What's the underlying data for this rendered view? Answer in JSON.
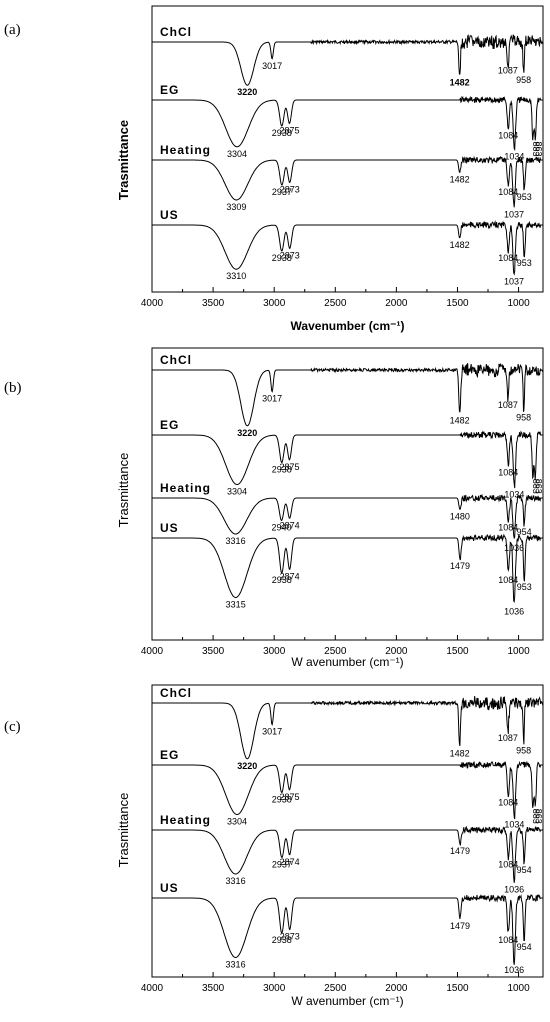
{
  "chart_data": [
    {
      "type": "line",
      "panel_label": "(a)",
      "xlabel": "Wavenumber (cm⁻¹)",
      "ylabel": "Trasmittance",
      "xlim": [
        4000,
        800
      ],
      "x_ticks": [
        "4000",
        "3500",
        "3000",
        "2500",
        "2000",
        "1500",
        "1000"
      ],
      "bold_axis_labels": true,
      "series": [
        {
          "name": "ChCl",
          "peaks": [
            {
              "x": 3220,
              "depth": 0.9,
              "width": 75,
              "label": "3220",
              "bold": true
            },
            {
              "x": 3017,
              "depth": 0.35,
              "width": 14,
              "label": "3017"
            },
            {
              "x": 1482,
              "depth": 0.7,
              "width": 10,
              "label": "1482",
              "bold": true
            },
            {
              "x": 1087,
              "depth": 0.45,
              "width": 10,
              "label": "1087"
            },
            {
              "x": 958,
              "depth": 0.65,
              "width": 8,
              "label": "958"
            }
          ]
        },
        {
          "name": "EG",
          "peaks": [
            {
              "x": 3304,
              "depth": 0.9,
              "width": 130,
              "label": "3304"
            },
            {
              "x": 2938,
              "depth": 0.5,
              "width": 25,
              "label": "2938"
            },
            {
              "x": 2875,
              "depth": 0.45,
              "width": 22,
              "label": "2875"
            },
            {
              "x": 1084,
              "depth": 0.55,
              "width": 12,
              "label": "1084"
            },
            {
              "x": 1034,
              "depth": 0.95,
              "width": 14,
              "label": "1034"
            },
            {
              "x": 883,
              "depth": 0.75,
              "width": 10,
              "label": "883"
            },
            {
              "x": 863,
              "depth": 0.75,
              "width": 10,
              "label": "863"
            }
          ]
        },
        {
          "name": "Heating",
          "peaks": [
            {
              "x": 3309,
              "depth": 0.8,
              "width": 130,
              "label": "3309"
            },
            {
              "x": 2937,
              "depth": 0.5,
              "width": 25,
              "label": "2937"
            },
            {
              "x": 2873,
              "depth": 0.45,
              "width": 22,
              "label": "2873"
            },
            {
              "x": 1482,
              "depth": 0.25,
              "width": 12,
              "label": "1482"
            },
            {
              "x": 1084,
              "depth": 0.5,
              "width": 12,
              "label": "1084"
            },
            {
              "x": 1037,
              "depth": 0.95,
              "width": 14,
              "label": "1037"
            },
            {
              "x": 953,
              "depth": 0.6,
              "width": 10,
              "label": "953"
            }
          ]
        },
        {
          "name": "US",
          "peaks": [
            {
              "x": 3310,
              "depth": 0.85,
              "width": 130,
              "label": "3310"
            },
            {
              "x": 2938,
              "depth": 0.5,
              "width": 25,
              "label": "2938"
            },
            {
              "x": 2873,
              "depth": 0.45,
              "width": 22,
              "label": "2873"
            },
            {
              "x": 1482,
              "depth": 0.25,
              "width": 12,
              "label": "1482"
            },
            {
              "x": 1084,
              "depth": 0.5,
              "width": 12,
              "label": "1084"
            },
            {
              "x": 1037,
              "depth": 0.95,
              "width": 14,
              "label": "1037"
            },
            {
              "x": 953,
              "depth": 0.6,
              "width": 10,
              "label": "953"
            }
          ]
        }
      ]
    },
    {
      "type": "line",
      "panel_label": "(b)",
      "xlabel": "W avenumber (cm⁻¹)",
      "ylabel": "Trasmittance",
      "xlim": [
        4000,
        800
      ],
      "x_ticks": [
        "4000",
        "3500",
        "3000",
        "2500",
        "2000",
        "1500",
        "1000"
      ],
      "bold_axis_labels": false,
      "series": [
        {
          "name": "ChCl",
          "peaks": [
            {
              "x": 3220,
              "depth": 0.9,
              "width": 75,
              "label": "3220",
              "bold": true
            },
            {
              "x": 3017,
              "depth": 0.35,
              "width": 14,
              "label": "3017"
            },
            {
              "x": 1482,
              "depth": 0.7,
              "width": 10,
              "label": "1482"
            },
            {
              "x": 1087,
              "depth": 0.45,
              "width": 10,
              "label": "1087"
            },
            {
              "x": 958,
              "depth": 0.65,
              "width": 8,
              "label": "958"
            }
          ]
        },
        {
          "name": "EG",
          "peaks": [
            {
              "x": 3304,
              "depth": 0.9,
              "width": 130,
              "label": "3304"
            },
            {
              "x": 2938,
              "depth": 0.5,
              "width": 25,
              "label": "2938"
            },
            {
              "x": 2875,
              "depth": 0.45,
              "width": 22,
              "label": "2875"
            },
            {
              "x": 1084,
              "depth": 0.55,
              "width": 12,
              "label": "1084"
            },
            {
              "x": 1034,
              "depth": 0.95,
              "width": 14,
              "label": "1034"
            },
            {
              "x": 883,
              "depth": 0.75,
              "width": 10,
              "label": "883"
            },
            {
              "x": 863,
              "depth": 0.75,
              "width": 10,
              "label": "863"
            }
          ]
        },
        {
          "name": "Heating",
          "peaks": [
            {
              "x": 3316,
              "depth": 0.8,
              "width": 130,
              "label": "3316"
            },
            {
              "x": 2940,
              "depth": 0.5,
              "width": 25,
              "label": "2940"
            },
            {
              "x": 2874,
              "depth": 0.45,
              "width": 22,
              "label": "2874"
            },
            {
              "x": 1480,
              "depth": 0.25,
              "width": 12,
              "label": "1480"
            },
            {
              "x": 1084,
              "depth": 0.5,
              "width": 12,
              "label": "1084"
            },
            {
              "x": 1036,
              "depth": 0.95,
              "width": 14,
              "label": "1036"
            },
            {
              "x": 954,
              "depth": 0.6,
              "width": 10,
              "label": "954"
            }
          ]
        },
        {
          "name": "US",
          "peaks": [
            {
              "x": 3315,
              "depth": 0.85,
              "width": 130,
              "label": "3315"
            },
            {
              "x": 2938,
              "depth": 0.5,
              "width": 25,
              "label": "2938"
            },
            {
              "x": 2874,
              "depth": 0.45,
              "width": 22,
              "label": "2874"
            },
            {
              "x": 1479,
              "depth": 0.3,
              "width": 12,
              "label": "1479"
            },
            {
              "x": 1084,
              "depth": 0.5,
              "width": 12,
              "label": "1084"
            },
            {
              "x": 1036,
              "depth": 0.95,
              "width": 14,
              "label": "1036"
            },
            {
              "x": 953,
              "depth": 0.6,
              "width": 10,
              "label": "953"
            }
          ]
        }
      ]
    },
    {
      "type": "line",
      "panel_label": "(c)",
      "xlabel": "W avenumber (cm⁻¹)",
      "ylabel": "Trasmittance",
      "xlim": [
        4000,
        800
      ],
      "x_ticks": [
        "4000",
        "3500",
        "3000",
        "2500",
        "2000",
        "1500",
        "1000"
      ],
      "bold_axis_labels": false,
      "series": [
        {
          "name": "ChCl",
          "peaks": [
            {
              "x": 3220,
              "depth": 0.9,
              "width": 75,
              "label": "3220",
              "bold": true
            },
            {
              "x": 3017,
              "depth": 0.35,
              "width": 14,
              "label": "3017"
            },
            {
              "x": 1482,
              "depth": 0.7,
              "width": 10,
              "label": "1482"
            },
            {
              "x": 1087,
              "depth": 0.45,
              "width": 10,
              "label": "1087"
            },
            {
              "x": 958,
              "depth": 0.65,
              "width": 8,
              "label": "958"
            }
          ]
        },
        {
          "name": "EG",
          "peaks": [
            {
              "x": 3304,
              "depth": 0.9,
              "width": 130,
              "label": "3304"
            },
            {
              "x": 2938,
              "depth": 0.5,
              "width": 25,
              "label": "2938"
            },
            {
              "x": 2875,
              "depth": 0.45,
              "width": 22,
              "label": "2875"
            },
            {
              "x": 1084,
              "depth": 0.55,
              "width": 12,
              "label": "1084"
            },
            {
              "x": 1034,
              "depth": 0.95,
              "width": 14,
              "label": "1034"
            },
            {
              "x": 883,
              "depth": 0.75,
              "width": 10,
              "label": "883"
            },
            {
              "x": 863,
              "depth": 0.75,
              "width": 10,
              "label": "863"
            }
          ]
        },
        {
          "name": "Heating",
          "peaks": [
            {
              "x": 3316,
              "depth": 0.8,
              "width": 130,
              "label": "3316"
            },
            {
              "x": 2937,
              "depth": 0.5,
              "width": 25,
              "label": "2937"
            },
            {
              "x": 2874,
              "depth": 0.45,
              "width": 22,
              "label": "2874"
            },
            {
              "x": 1479,
              "depth": 0.25,
              "width": 12,
              "label": "1479"
            },
            {
              "x": 1084,
              "depth": 0.5,
              "width": 12,
              "label": "1084"
            },
            {
              "x": 1036,
              "depth": 0.95,
              "width": 14,
              "label": "1036"
            },
            {
              "x": 954,
              "depth": 0.6,
              "width": 10,
              "label": "954"
            }
          ]
        },
        {
          "name": "US",
          "peaks": [
            {
              "x": 3316,
              "depth": 0.85,
              "width": 130,
              "label": "3316"
            },
            {
              "x": 2938,
              "depth": 0.5,
              "width": 25,
              "label": "2938"
            },
            {
              "x": 2873,
              "depth": 0.45,
              "width": 22,
              "label": "2873"
            },
            {
              "x": 1479,
              "depth": 0.3,
              "width": 12,
              "label": "1479"
            },
            {
              "x": 1084,
              "depth": 0.5,
              "width": 12,
              "label": "1084"
            },
            {
              "x": 1036,
              "depth": 0.95,
              "width": 14,
              "label": "1036"
            },
            {
              "x": 954,
              "depth": 0.6,
              "width": 10,
              "label": "954"
            }
          ]
        }
      ]
    }
  ]
}
